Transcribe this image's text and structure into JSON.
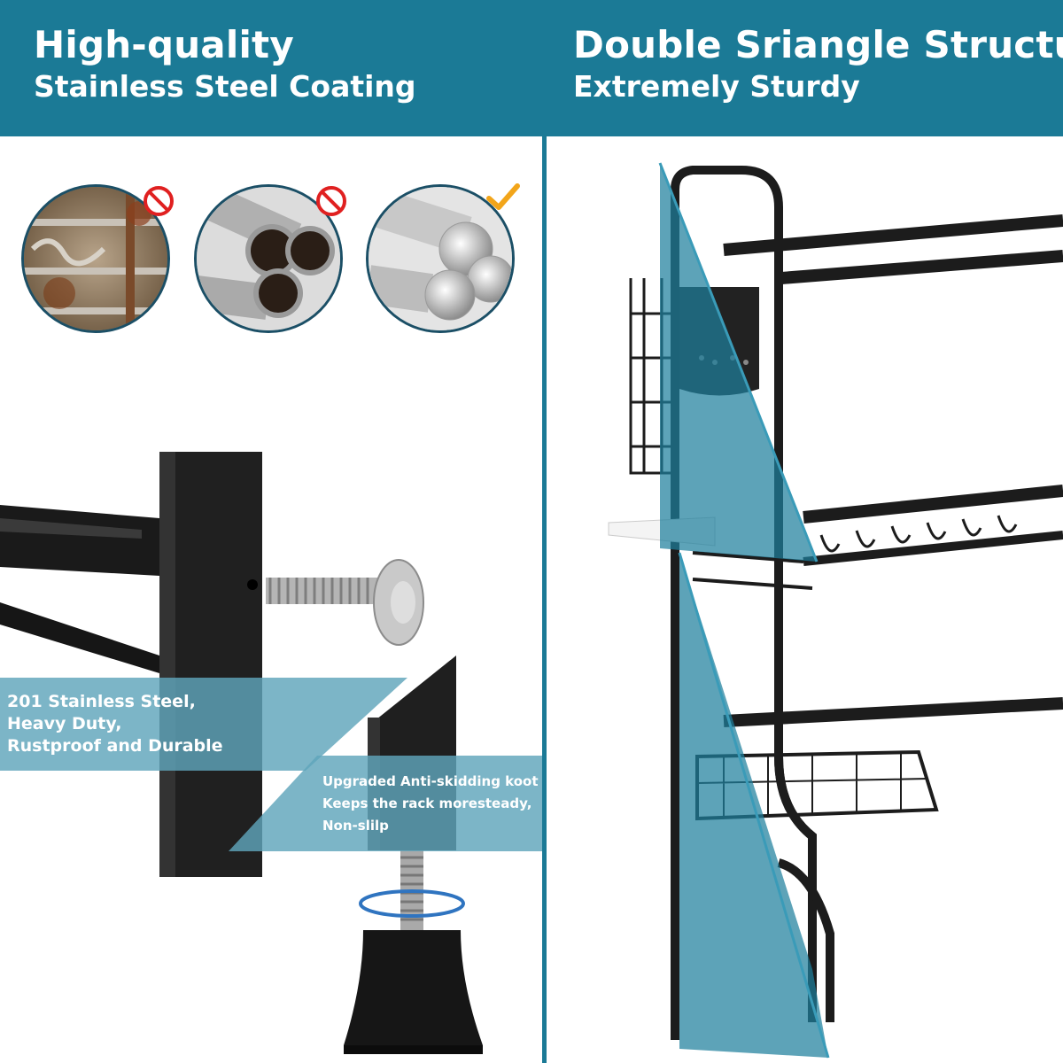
{
  "left_panel": {
    "title": "High-quality",
    "subtitle": "Stainless Steel Coating",
    "circles": [
      {
        "label": "rusted-grill",
        "mark": "prohibited"
      },
      {
        "label": "hollow-tubes",
        "mark": "prohibited"
      },
      {
        "label": "solid-rods",
        "mark": "check"
      }
    ],
    "feature_band_1": {
      "lines": [
        "201 Stainless Steel,",
        "Heavy Duty,",
        "Rustproof and Durable"
      ]
    },
    "feature_band_2": {
      "lines": [
        "Upgraded Anti-skidding koot p",
        "Keeps the rack moresteady,",
        "Non-slilp"
      ]
    }
  },
  "right_panel": {
    "title": "Double Sriangle Structure",
    "subtitle": "Extremely Sturdy"
  },
  "colors": {
    "banner": "#1b7a96",
    "band": "#5fa5bb",
    "triangle": "#1f7f9c",
    "prohibited": "#e02020",
    "check": "#f2a51a",
    "frame": "#1c1c1c"
  }
}
